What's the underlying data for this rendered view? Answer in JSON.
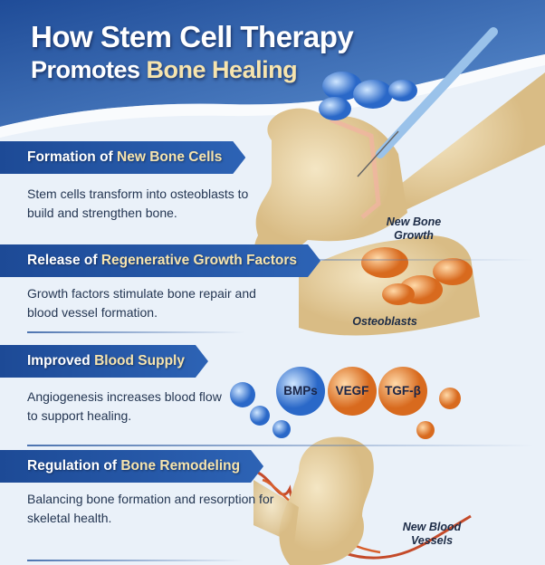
{
  "title": {
    "line1": "How Stem Cell Therapy",
    "line2_prefix": "Promotes ",
    "line2_highlight": "Bone Healing"
  },
  "sections": [
    {
      "heading_prefix": "Formation of ",
      "heading_highlight": "New Bone Cells",
      "text": "Stem cells transform into osteoblasts to build and strengthen bone."
    },
    {
      "heading_prefix": "Release of ",
      "heading_highlight": "Regenerative Growth Factors",
      "text": "Growth factors stimulate bone repair and blood vessel formation."
    },
    {
      "heading_prefix": "Improved ",
      "heading_highlight": "Blood Supply",
      "text": "Angiogenesis increases blood flow to support healing."
    },
    {
      "heading_prefix": "Regulation of ",
      "heading_highlight": "Bone Remodeling",
      "text": "Balancing bone formation and resorption for skeletal health."
    }
  ],
  "labels": {
    "new_bone_growth": "New Bone Growth",
    "osteoblasts": "Osteoblasts",
    "new_blood_vessels": "New Blood Vessels"
  },
  "growth_factors": [
    "BMPs",
    "VEGF",
    "TGF-β"
  ],
  "colors": {
    "banner": "#1d4a96",
    "highlight": "#f6e4ae",
    "header_bg": "#2f5fae",
    "bone": "#e8d3a4"
  }
}
